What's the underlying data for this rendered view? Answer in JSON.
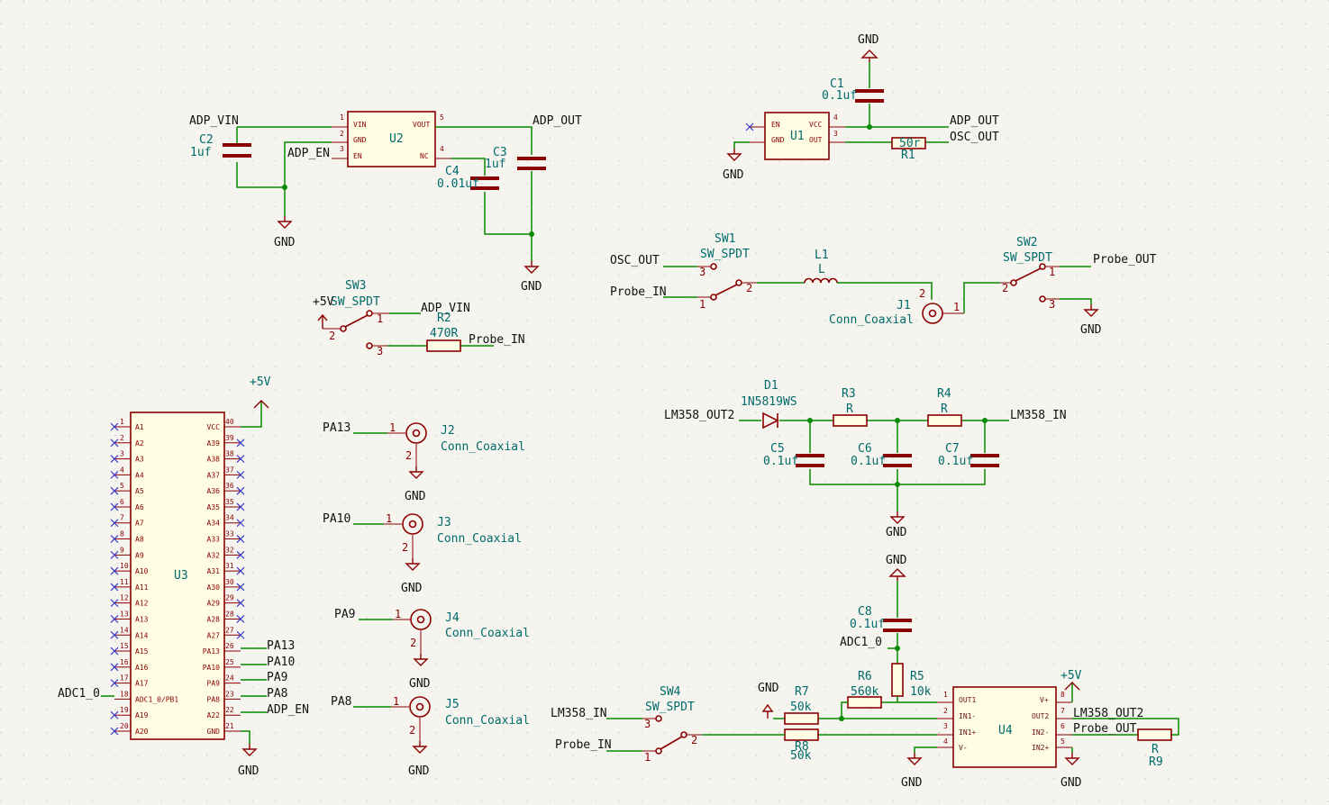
{
  "u2": {
    "ref": "U2",
    "pins": [
      "VIN",
      "GND",
      "EN",
      "VOUT",
      "NC"
    ]
  },
  "u1": {
    "ref": "U1",
    "pins": [
      "EN",
      "GND",
      "VCC",
      "OUT"
    ]
  },
  "u4": {
    "ref": "U4",
    "pins": [
      "OUT1",
      "IN1-",
      "IN1+",
      "V-",
      "V+",
      "OUT2",
      "IN2-",
      "IN2+"
    ]
  },
  "u3": {
    "ref": "U3",
    "left_pins": [
      "A1",
      "A2",
      "A3",
      "A4",
      "A5",
      "A6",
      "A7",
      "A8",
      "A9",
      "A10",
      "A11",
      "A12",
      "A13",
      "A14",
      "A15",
      "A16",
      "A17",
      "ADC1_0/PB1",
      "A19",
      "A20"
    ],
    "right_pins": [
      "VCC",
      "A39",
      "A38",
      "A37",
      "A36",
      "A35",
      "A34",
      "A33",
      "A32",
      "A31",
      "A30",
      "A29",
      "A28",
      "A27",
      "PA13",
      "PA10",
      "PA9",
      "PA8",
      "A22",
      "GND"
    ],
    "left_nums": [
      "1",
      "2",
      "3",
      "4",
      "5",
      "6",
      "7",
      "8",
      "9",
      "10",
      "11",
      "12",
      "13",
      "14",
      "15",
      "16",
      "17",
      "18",
      "19",
      "20"
    ],
    "right_nums": [
      "40",
      "39",
      "38",
      "37",
      "36",
      "35",
      "34",
      "33",
      "32",
      "31",
      "30",
      "29",
      "28",
      "27",
      "26",
      "25",
      "24",
      "23",
      "22",
      "21"
    ]
  },
  "capacitors": [
    {
      "ref": "C1",
      "value": "0.1uf"
    },
    {
      "ref": "C2",
      "value": "1uf"
    },
    {
      "ref": "C3",
      "value": "1uf"
    },
    {
      "ref": "C4",
      "value": "0.01uf"
    },
    {
      "ref": "C5",
      "value": "0.1uf"
    },
    {
      "ref": "C6",
      "value": "0.1uf"
    },
    {
      "ref": "C7",
      "value": "0.1uf"
    },
    {
      "ref": "C8",
      "value": "0.1uf"
    }
  ],
  "resistors": [
    {
      "ref": "R1",
      "value": "50r"
    },
    {
      "ref": "R2",
      "value": "470R"
    },
    {
      "ref": "R3",
      "value": "R"
    },
    {
      "ref": "R4",
      "value": "R"
    },
    {
      "ref": "R5",
      "value": "10k"
    },
    {
      "ref": "R6",
      "value": "560k"
    },
    {
      "ref": "R7",
      "value": "50k"
    },
    {
      "ref": "R8",
      "value": "50k"
    },
    {
      "ref": "R9",
      "value": "R"
    }
  ],
  "switches": [
    {
      "ref": "SW1",
      "value": "SW_SPDT"
    },
    {
      "ref": "SW2",
      "value": "SW_SPDT"
    },
    {
      "ref": "SW3",
      "value": "SW_SPDT"
    },
    {
      "ref": "SW4",
      "value": "SW_SPDT"
    }
  ],
  "inductor": {
    "ref": "L1",
    "value": "L"
  },
  "diode": {
    "ref": "D1",
    "value": "1N5819WS"
  },
  "connectors": [
    {
      "ref": "J1",
      "value": "Conn_Coaxial"
    },
    {
      "ref": "J2",
      "value": "Conn_Coaxial"
    },
    {
      "ref": "J3",
      "value": "Conn_Coaxial"
    },
    {
      "ref": "J4",
      "value": "Conn_Coaxial"
    },
    {
      "ref": "J5",
      "value": "Conn_Coaxial"
    }
  ],
  "power": {
    "gnd": "GND",
    "vcc": "+5V"
  },
  "nets": {
    "adp_vin": "ADP_VIN",
    "adp_out": "ADP_OUT",
    "adp_en": "ADP_EN",
    "osc_out": "OSC_OUT",
    "probe_in": "Probe_IN",
    "probe_out": "Probe_OUT",
    "lm358_out2": "LM358_OUT2",
    "lm358_in": "LM358_IN",
    "adc1_0": "ADC1_0",
    "pa13": "PA13",
    "pa10": "PA10",
    "pa9": "PA9",
    "pa8": "PA8"
  },
  "pin_numbers": [
    "1",
    "2",
    "3",
    "4",
    "5",
    "6",
    "7",
    "8"
  ],
  "colors": {
    "wire": "#0a8a00",
    "symbol": "#8b0000",
    "reference": "#006b6b",
    "background": "#f5f4ef"
  }
}
